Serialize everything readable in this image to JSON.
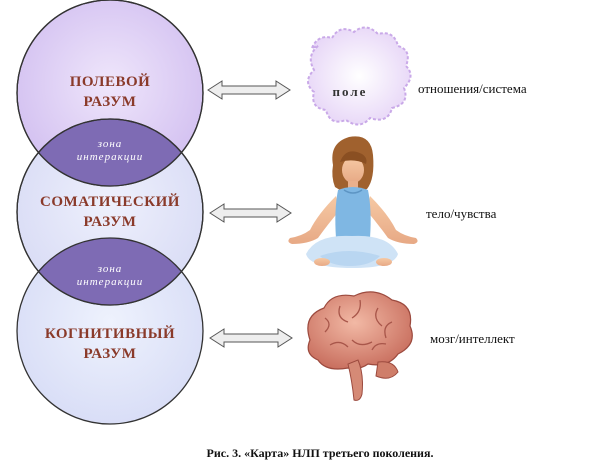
{
  "diagram": {
    "circles": [
      {
        "line1": "ПОЛЕВОЙ",
        "line2": "РАЗУМ",
        "color": "#dccdf3"
      },
      {
        "line1": "СОМАТИЧЕСКИЙ",
        "line2": "РАЗУМ",
        "color": "#dfe0f7"
      },
      {
        "line1": "КОГНИТИВНЫЙ",
        "line2": "РАЗУМ",
        "color": "#dfe4f8"
      }
    ],
    "zones": [
      {
        "line1": "зона",
        "line2": "интеракции"
      },
      {
        "line1": "зона",
        "line2": "интеракции"
      }
    ],
    "zone_color": "#7e6bb4",
    "cloud_label": "поле",
    "right_labels": [
      "отношения/система",
      "тело/чувства",
      "мозг/интеллект"
    ],
    "caption": "Рис. 3. «Карта» НЛП третьего поколения."
  }
}
